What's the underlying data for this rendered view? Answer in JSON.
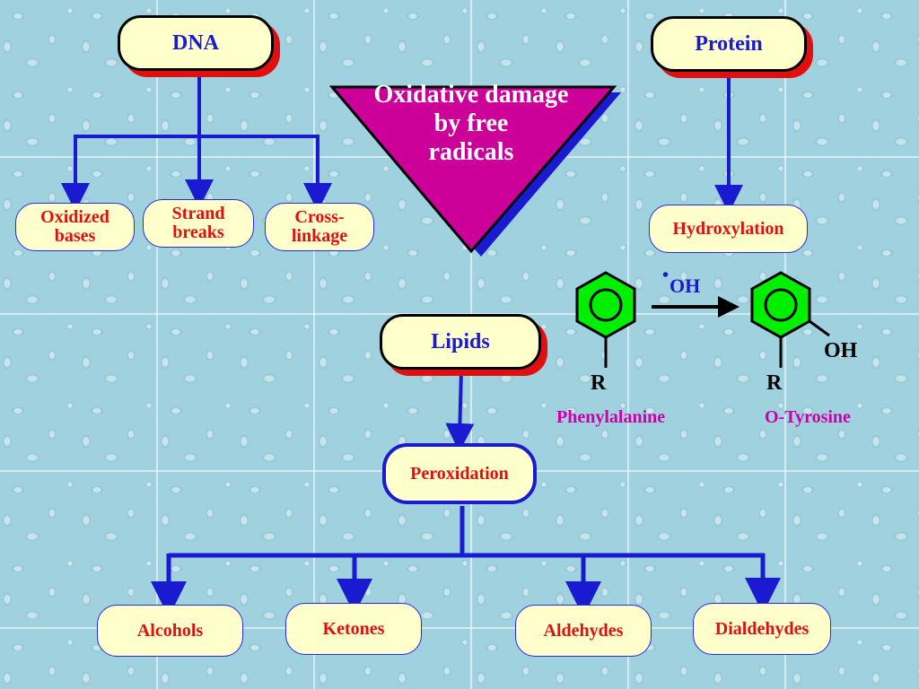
{
  "central": {
    "title": "Oxidative damage\nby free\nradicals"
  },
  "dna": {
    "label": "DNA",
    "children": [
      "Oxidized\nbases",
      "Strand\nbreaks",
      "Cross-\nlinkage"
    ]
  },
  "protein": {
    "label": "Protein",
    "child": "Hydroxylation"
  },
  "lipids": {
    "label": "Lipids",
    "child": "Peroxidation",
    "products": [
      "Alcohols",
      "Ketones",
      "Aldehydes",
      "Dialdehydes"
    ]
  },
  "reaction": {
    "reagent": "OH",
    "reagent_dot": "•",
    "left_substituent": "R",
    "right_substituent": "R",
    "hydroxyl": "OH",
    "left_name": "Phenylalanine",
    "right_name": "O-Tyrosine"
  },
  "colors": {
    "node_fill": "#ffffcc",
    "node_text": "#1a1ad0",
    "leaf_text": "#e01010",
    "triangle": "#cc0099",
    "ring": "#00ee00",
    "label_magenta": "#cc00aa"
  }
}
